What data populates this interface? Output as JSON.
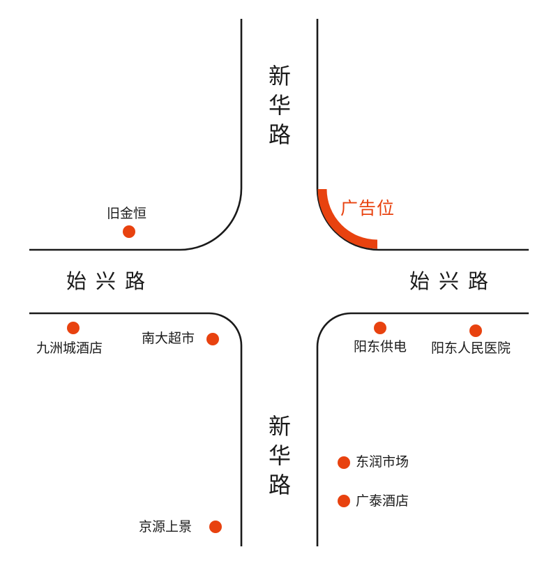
{
  "colors": {
    "accent": "#e8420f",
    "road_line": "#1a1a1a"
  },
  "roads": {
    "vertical_north": "新华路",
    "vertical_south": "新华路",
    "horizontal_west": "始兴路",
    "horizontal_east": "始兴路"
  },
  "ad_spot": {
    "label": "广告位"
  },
  "pois": {
    "jiujinheng": "旧金恒",
    "jiuzhou_hotel": "九洲城酒店",
    "nanda_supermarket": "南大超市",
    "yangdong_power": "阳东供电",
    "yangdong_hospital": "阳东人民医院",
    "dongrun_market": "东润市场",
    "guangtai_hotel": "广泰酒店",
    "jingyuan_shangjing": "京源上景"
  }
}
